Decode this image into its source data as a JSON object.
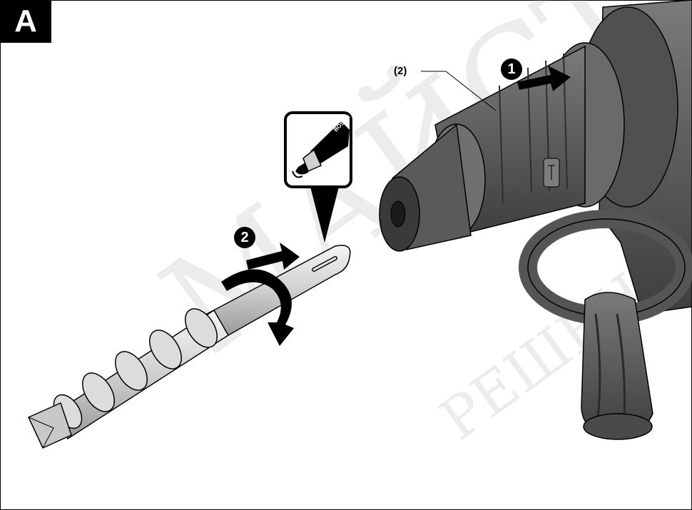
{
  "panel": {
    "label": "A"
  },
  "callouts": {
    "part2": "(2)"
  },
  "steps": {
    "step1": "1",
    "step2": "2"
  },
  "tube_brand": "BOSCH",
  "watermark": {
    "main": "МАЙСТОРА",
    "sub": "РЕШЕНИЯ"
  },
  "colors": {
    "tool_dark": "#4d4d4d",
    "tool_mid": "#6b6b6b",
    "tool_light": "#8a8a8a",
    "bit_light": "#e2e2e2",
    "bit_mid": "#b4b4b4",
    "outline": "#000000"
  }
}
